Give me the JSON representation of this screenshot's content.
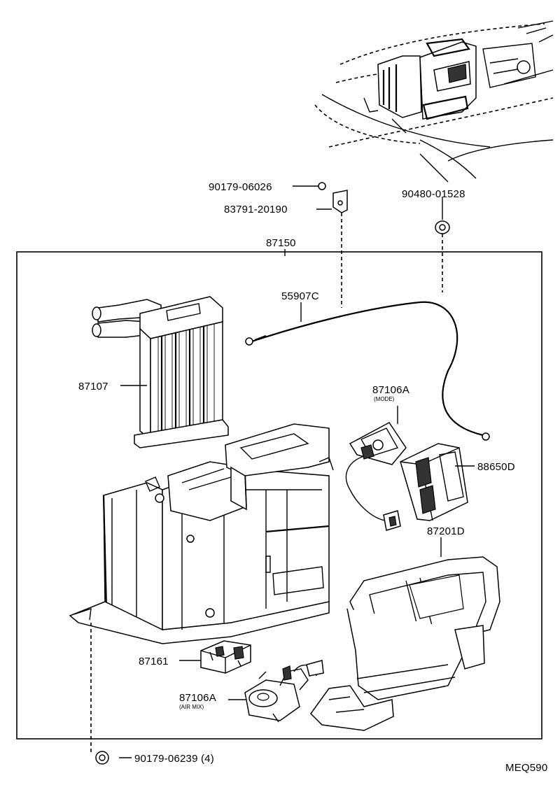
{
  "labels": {
    "p90179_06026": "90179-06026",
    "p83791_20190": "83791-20190",
    "p90480_01528": "90480-01528",
    "p87150": "87150",
    "p55907C": "55907C",
    "p87107": "87107",
    "p87106A_mode": "87106A",
    "mode_note": "(MODE)",
    "p88650D": "88650D",
    "p87201D": "87201D",
    "p87161": "87161",
    "p87106A_airmix": "87106A",
    "airmix_note": "(AIR MIX)",
    "p90179_06239": "90179-06239 (4)"
  },
  "diagram_code": "MEQ590"
}
